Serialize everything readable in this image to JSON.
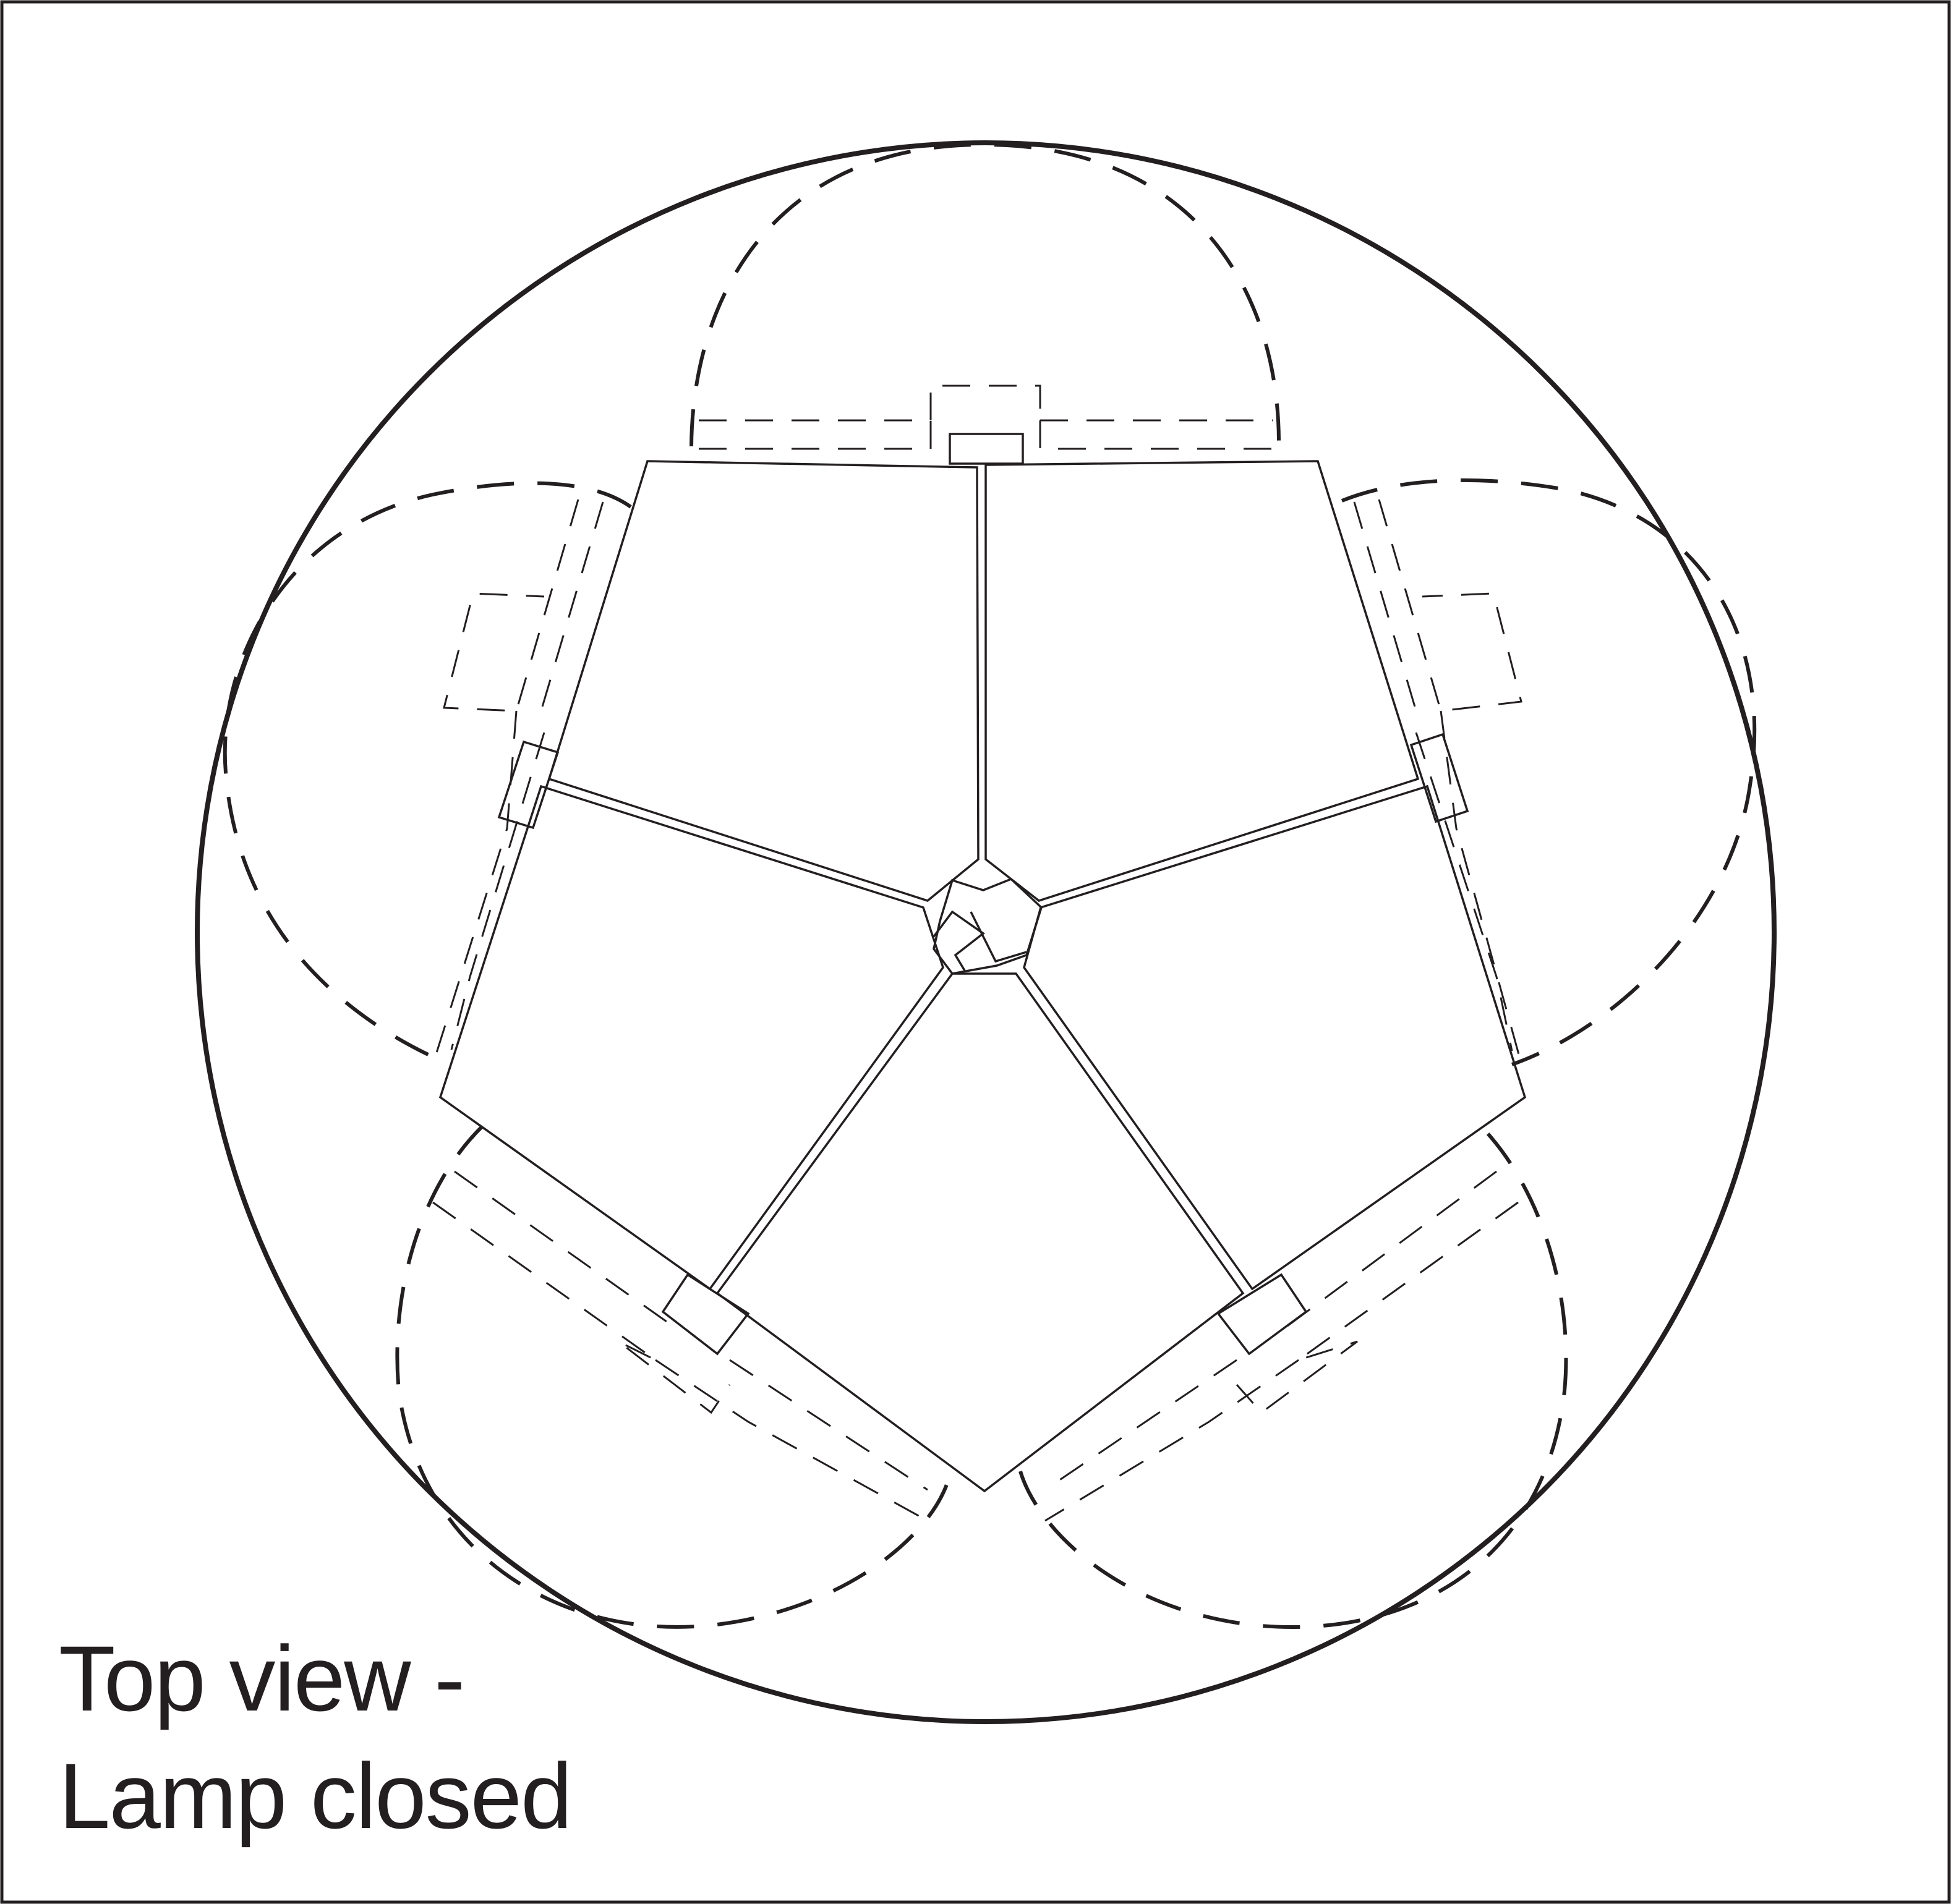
{
  "caption": {
    "line1": "Top view -",
    "line2": "Lamp closed"
  },
  "colors": {
    "stroke": "#231f20",
    "background": "#ffffff"
  },
  "petal_count": 5
}
